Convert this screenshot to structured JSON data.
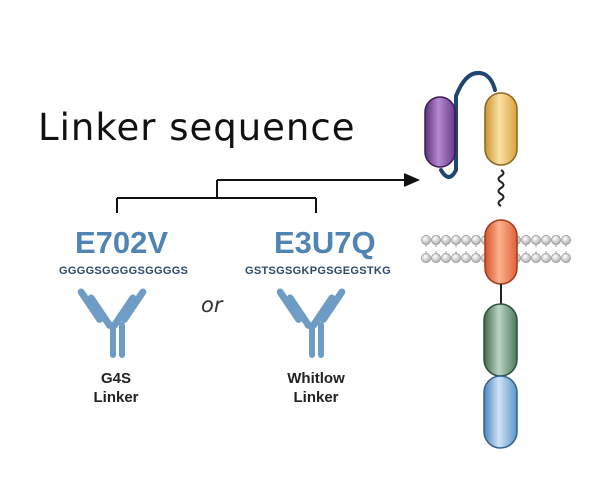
{
  "title": "Linker sequence",
  "left": {
    "clone": "E702V",
    "sequence": "GGGGSGGGGSGGGGS",
    "label_line1": "G4S",
    "label_line2": "Linker"
  },
  "right": {
    "clone": "E3U7Q",
    "sequence": "GSTSGSGKPGSGEGSTKG",
    "label_line1": "Whitlow",
    "label_line2": "Linker"
  },
  "connector": "or",
  "colors": {
    "clone_text": "#4f84b3",
    "antibody": "#6f9cc4",
    "domain_purple": "#8b5aa6",
    "domain_yellow": "#e8b85a",
    "domain_orange": "#ef7a4a",
    "domain_green": "#5e8a6c",
    "domain_blue": "#6aa3d4",
    "linker": "#1e4670"
  }
}
